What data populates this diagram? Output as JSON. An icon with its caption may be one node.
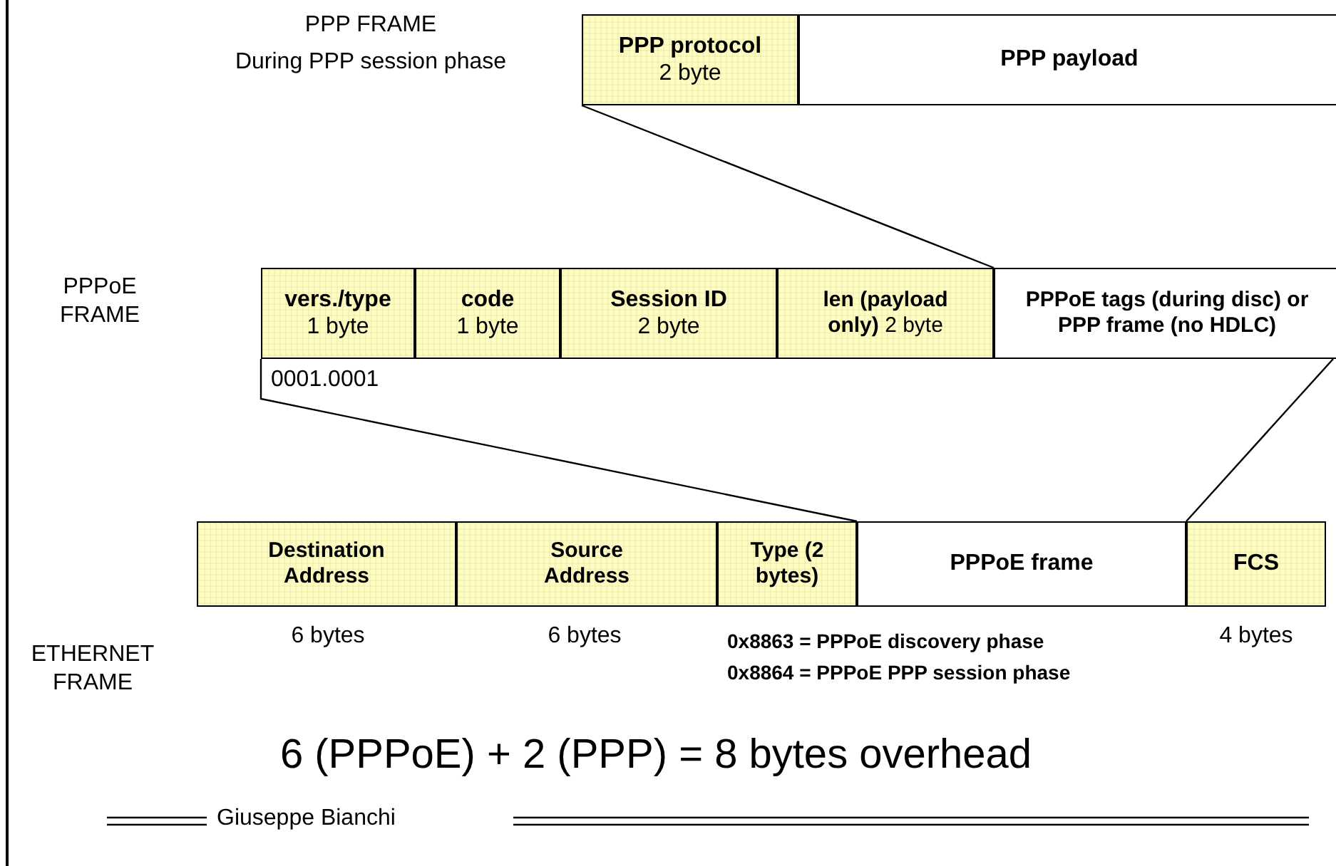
{
  "diagram": {
    "nodes": [
      {
        "text": [
          "PPP protocol",
          "2 byte"
        ]
      },
      {
        "text": [
          "PPP payload"
        ]
      },
      {
        "text": [
          "vers./type",
          "1 byte"
        ]
      },
      {
        "text": [
          "code",
          "1 byte"
        ]
      },
      {
        "text": [
          "Session ID",
          "2 byte"
        ]
      },
      {
        "text": [
          "**len (payload only)** 2 byte"
        ]
      },
      {
        "text": [
          "PPPoE tags (during disc) or PPP frame (no HDLC)"
        ]
      },
      {
        "text": [
          "Destination Address"
        ]
      },
      {
        "text": [
          "Source Address"
        ]
      },
      {
        "text": [
          "Type (2 bytes)"
        ]
      },
      {
        "text": [
          "PPPoE frame"
        ]
      },
      {
        "text": [
          "FCS"
        ]
      }
    ],
    "edges": [
      {
        "from": 6,
        "to": 0,
        "arrow": "none"
      },
      {
        "from": 10,
        "to": 2,
        "arrow": "none"
      },
      {
        "from": 10,
        "to": 6,
        "arrow": "none"
      }
    ],
    "labels": [
      "PPP FRAME",
      "During PPP session phase",
      "PPPoE FRAME",
      "0001.0001",
      "6 bytes",
      "6 bytes",
      "0x8863 = PPPoE discovery phase",
      "0x8864 = PPPoE PPP session phase",
      "4 bytes",
      "ETHERNET FRAME",
      "6 (PPPoE) + 2 (PPP) = 8 bytes overhead",
      "Giuseppe Bianchi"
    ]
  }
}
